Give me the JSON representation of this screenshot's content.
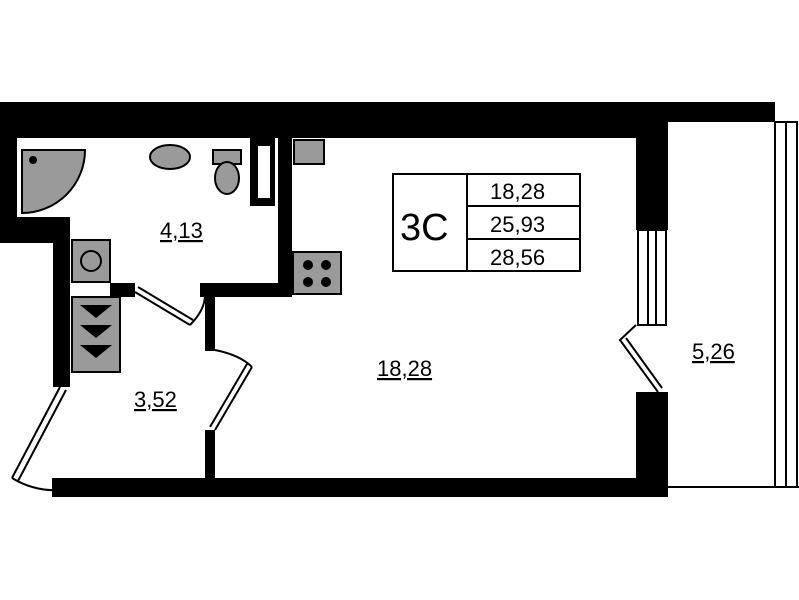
{
  "plan": {
    "rooms": [
      {
        "id": "bathroom",
        "area": "4,13"
      },
      {
        "id": "hallway",
        "area": "3,52"
      },
      {
        "id": "living-room",
        "area": "18,28"
      },
      {
        "id": "balcony",
        "area": "5,26"
      }
    ],
    "info": {
      "type": "3С",
      "living_area": "18,28",
      "total_area": "25,93",
      "area_with_balcony": "28,56"
    }
  },
  "colors": {
    "wall": "#000000",
    "fixture": "#9a9a9a",
    "background": "#ffffff"
  }
}
